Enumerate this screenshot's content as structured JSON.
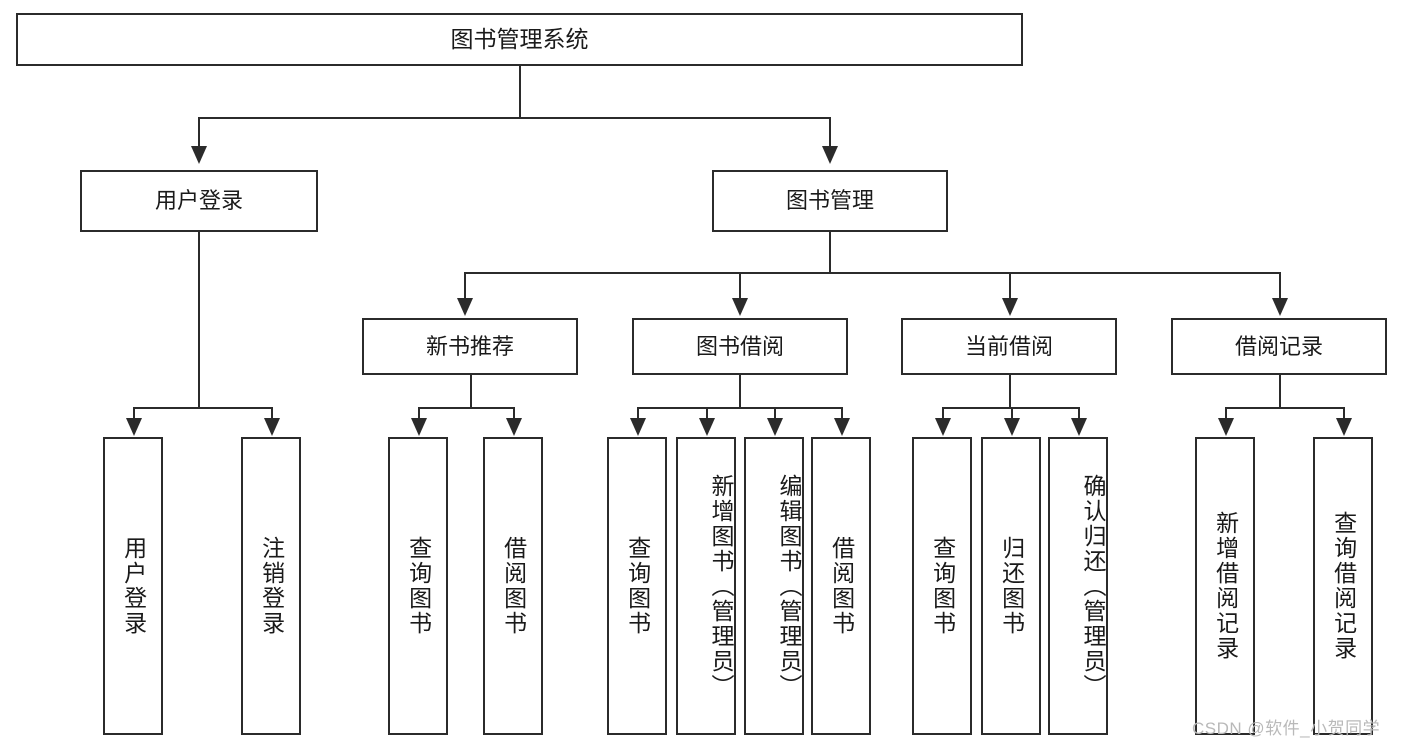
{
  "diagram": {
    "type": "tree",
    "title": "图书管理系统",
    "root": {
      "label": "图书管理系统"
    },
    "level1": [
      {
        "label": "用户登录"
      },
      {
        "label": "图书管理"
      }
    ],
    "level2": [
      {
        "label": "新书推荐"
      },
      {
        "label": "图书借阅"
      },
      {
        "label": "当前借阅"
      },
      {
        "label": "借阅记录"
      }
    ],
    "leaves": {
      "user_login": [
        {
          "label": "用户登录"
        },
        {
          "label": "注销登录"
        }
      ],
      "new_book_recommend": [
        {
          "label": "查询图书"
        },
        {
          "label": "借阅图书"
        }
      ],
      "book_borrow": [
        {
          "label": "查询图书"
        },
        {
          "label": "新增图书（管理员）"
        },
        {
          "label": "编辑图书（管理员）"
        },
        {
          "label": "借阅图书"
        }
      ],
      "current_borrow": [
        {
          "label": "查询图书"
        },
        {
          "label": "归还图书"
        },
        {
          "label": "确认归还（管理员）"
        }
      ],
      "borrow_records": [
        {
          "label": "新增借阅记录"
        },
        {
          "label": "查询借阅记录"
        }
      ]
    }
  },
  "watermark": {
    "text": "CSDN @软件_小贺同学"
  },
  "colors": {
    "stroke": "#2b2b2b",
    "text": "#1a1a1a",
    "background": "#ffffff",
    "watermark": "#b9b9b9"
  }
}
